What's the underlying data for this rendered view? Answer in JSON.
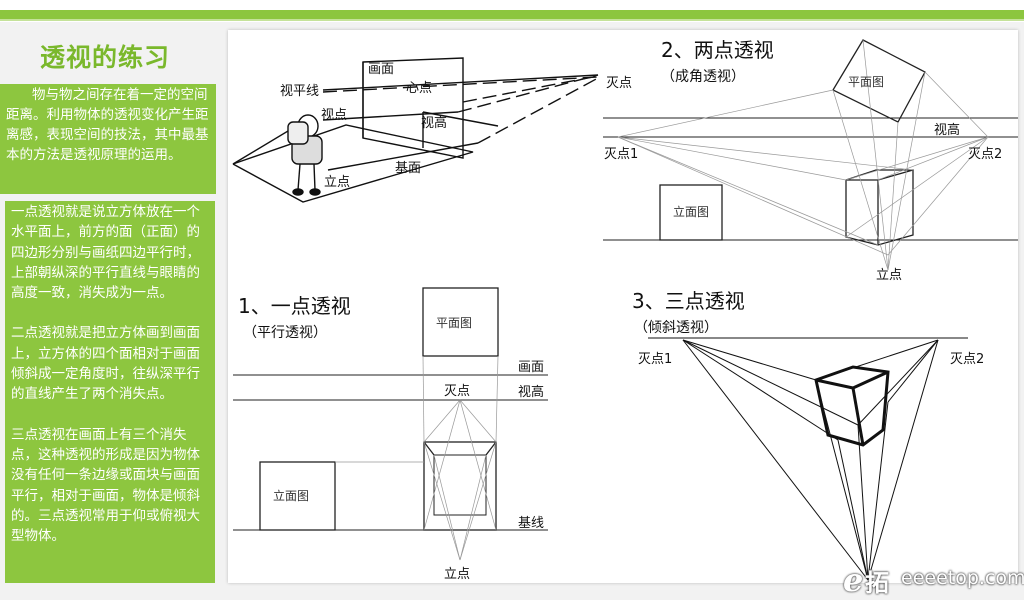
{
  "title": "透视的练习",
  "intro": "物与物之间存在着一定的空间距离。利用物体的透视变化产生距离感，表现空间的技法，其中最基本的方法是透视原理的运用。",
  "explain": [
    "一点透视就是说立方体放在一个水平面上，前方的面（正面）的四边形分别与画纸四边平行时，上部朝纵深的平行直线与眼睛的高度一致，消失成为一点。",
    "二点透视就是把立方体画到画面上，立方体的四个面相对于画面倾斜成一定角度时，往纵深平行的直线产生了两个消失点。",
    "三点透视在画面上有三个消失点，这种透视的形成是因为物体没有任何一条边缘或面块与画面平行，相对于画面，物体是倾斜的。三点透视常用于仰或俯视大型物体。"
  ],
  "diagram_main": {
    "labels": {
      "huamian": "画面",
      "shipingxian": "视平线",
      "xindian": "心点",
      "miedian": "灭点",
      "shidian": "视点",
      "shigao": "视高",
      "jimian": "基面",
      "lidian": "立点"
    }
  },
  "two_point": {
    "title": "2、两点透视",
    "subtitle": "（成角透视）",
    "plan": "平面图",
    "shigao": "视高",
    "vp1": "灭点1",
    "vp2": "灭点2",
    "elevation": "立面图",
    "lidian": "立点"
  },
  "one_point": {
    "title": "1、一点透视",
    "subtitle": "（平行透视）",
    "plan": "平面图",
    "huamian": "画面",
    "miedian": "灭点",
    "shigao": "视高",
    "elevation": "立面图",
    "jixian": "基线",
    "lidian": "立点"
  },
  "three_point": {
    "title": "3、三点透视",
    "subtitle": "（倾斜透视）",
    "vp1": "灭点1",
    "vp2": "灭点2"
  },
  "watermark": {
    "e": "e",
    "zh": "拓",
    "url": "eeeetop.com"
  }
}
